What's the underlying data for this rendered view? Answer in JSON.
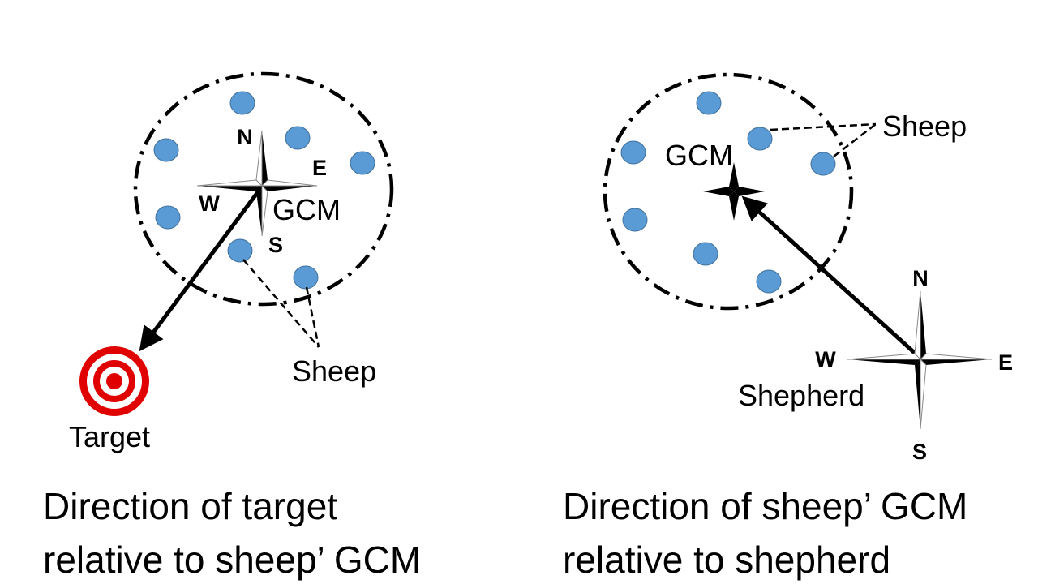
{
  "left_panel": {
    "compass": {
      "north": "N",
      "east": "E",
      "west": "W",
      "south": "S"
    },
    "gcm_label": "GCM",
    "sheep_label": "Sheep",
    "target_label": "Target",
    "caption_line1": "Direction of target",
    "caption_line2": "relative to sheep’ GCM"
  },
  "right_panel": {
    "compass": {
      "north": "N",
      "east": "E",
      "west": "W",
      "south": "S"
    },
    "gcm_label": "GCM",
    "sheep_label": "Sheep",
    "shepherd_label": "Shepherd",
    "caption_line1": "Direction of sheep’ GCM",
    "caption_line2": "relative to shepherd"
  },
  "colors": {
    "sheep": "#5b9bd5",
    "target": "#e00000",
    "ink": "#000000"
  },
  "icons": {
    "compass": "compass-rose-icon",
    "target": "bullseye-icon",
    "gcm": "four-point-star-icon"
  }
}
